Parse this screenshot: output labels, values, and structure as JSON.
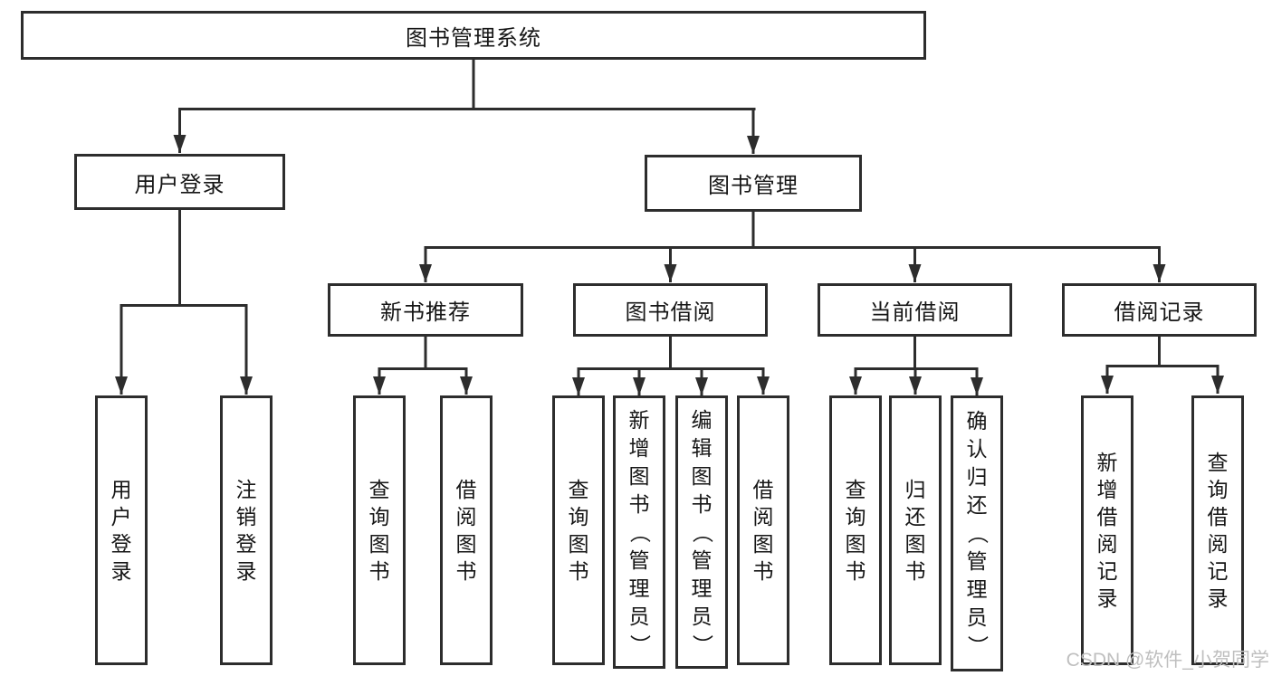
{
  "theme": {
    "line_color": "#2d2d2d",
    "border_color": "#2d2d2d",
    "text_color": "#161616",
    "watermark_color": "#bfbfbf",
    "bg": "#ffffff"
  },
  "watermark": "CSDN @软件_小贺同学",
  "tree": {
    "root": {
      "label": "图书管理系统"
    },
    "branches": [
      {
        "label": "用户登录",
        "children": [
          {
            "label": "用户登录"
          },
          {
            "label": "注销登录"
          }
        ]
      },
      {
        "label": "图书管理",
        "children": [
          {
            "label": "新书推荐",
            "children": [
              {
                "label": "查询图书"
              },
              {
                "label": "借阅图书"
              }
            ]
          },
          {
            "label": "图书借阅",
            "children": [
              {
                "label": "查询图书"
              },
              {
                "label": "新增图书（管理员）"
              },
              {
                "label": "编辑图书（管理员）"
              },
              {
                "label": "借阅图书"
              }
            ]
          },
          {
            "label": "当前借阅",
            "children": [
              {
                "label": "查询图书"
              },
              {
                "label": "归还图书"
              },
              {
                "label": "确认归还（管理员）"
              }
            ]
          },
          {
            "label": "借阅记录",
            "children": [
              {
                "label": "新增借阅记录"
              },
              {
                "label": "查询借阅记录"
              }
            ]
          }
        ]
      }
    ]
  }
}
